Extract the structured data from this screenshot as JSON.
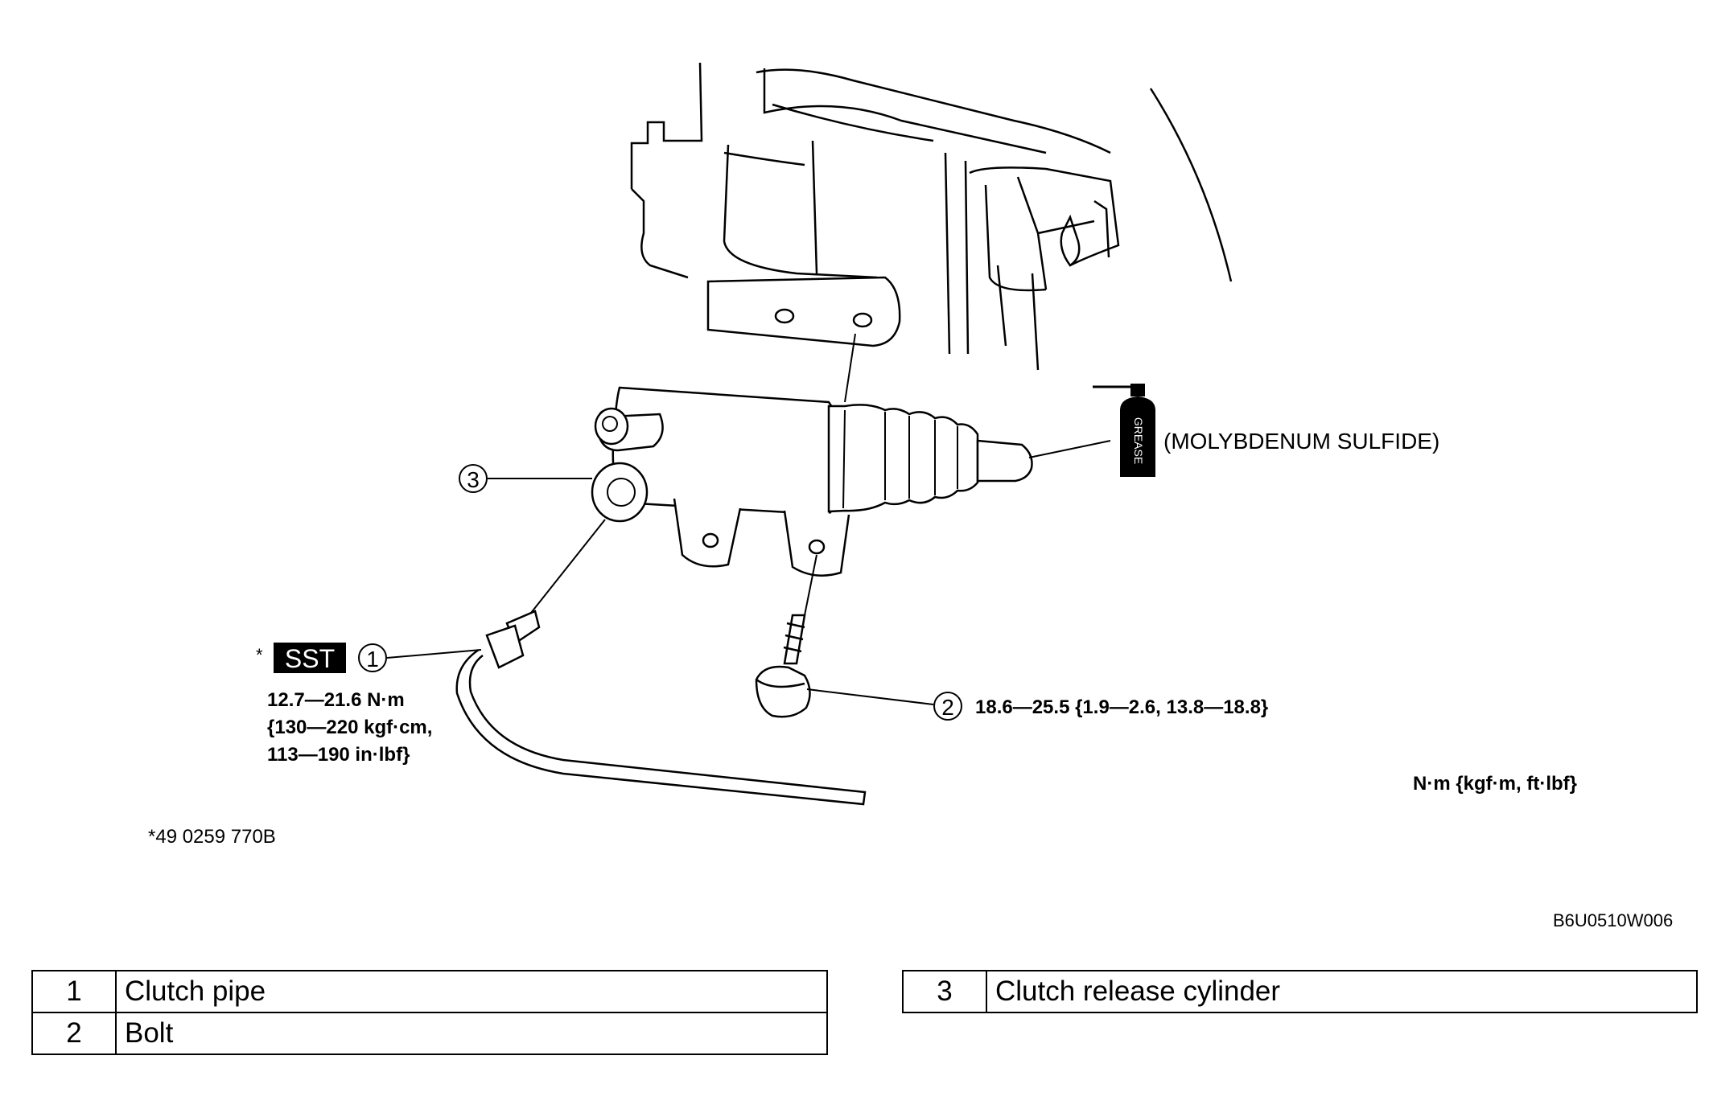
{
  "diagram": {
    "callouts": [
      {
        "num": "1",
        "label_id": "clutch-pipe"
      },
      {
        "num": "2",
        "label_id": "bolt"
      },
      {
        "num": "3",
        "label_id": "clutch-release-cylinder"
      }
    ],
    "sst_badge": "SST",
    "sst_marker": "*",
    "torque_clutch_pipe": {
      "line1": "12.7—21.6 N·m",
      "line2": "{130—220 kgf·cm,",
      "line3": "113—190 in·lbf}"
    },
    "torque_bolt": "18.6—25.5 {1.9—2.6, 13.8—18.8}",
    "grease_label": "(MOLYBDENUM SULFIDE)",
    "grease_can_text": "GREASE",
    "unit_note": "N·m {kgf·m, ft·lbf}",
    "sst_number": "*49 0259 770B",
    "figure_code": "B6U0510W006"
  },
  "parts_table": {
    "left_rows": [
      {
        "num": "1",
        "name": "Clutch pipe"
      },
      {
        "num": "2",
        "name": "Bolt"
      }
    ],
    "right_rows": [
      {
        "num": "3",
        "name": "Clutch release cylinder"
      }
    ]
  }
}
